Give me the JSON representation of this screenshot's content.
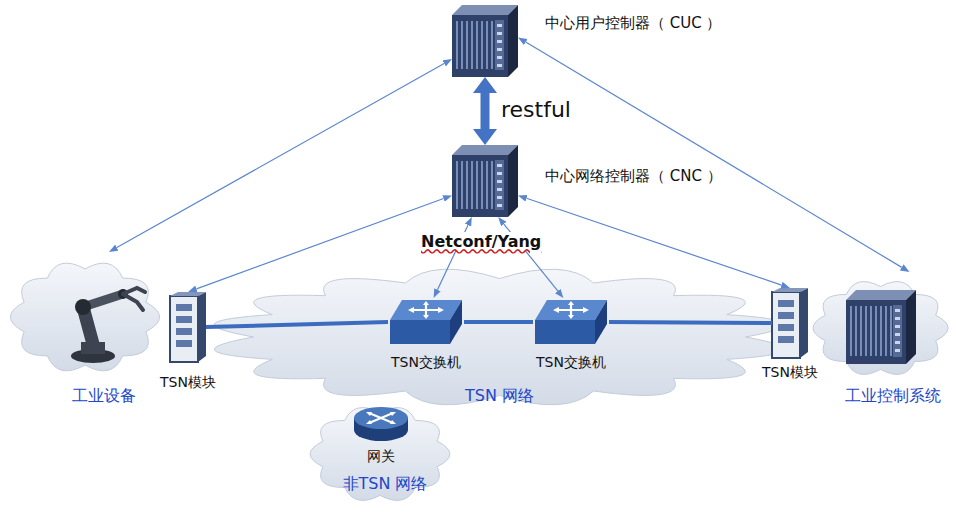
{
  "diagram": {
    "nodes": [
      {
        "text": [
          "中心用户控制器（ CUC ）"
        ]
      },
      {
        "text": [
          "中心网络控制器（ CNC ）"
        ]
      },
      {
        "text": [
          "TSN 网络"
        ]
      },
      {
        "text": [
          "工业设备"
        ]
      },
      {
        "text": [
          "TSN模块"
        ]
      },
      {
        "text": [
          "TSN交换机"
        ],
        "in": 2
      },
      {
        "text": [
          "TSN交换机"
        ],
        "in": 2
      },
      {
        "text": [
          "TSN模块"
        ]
      },
      {
        "text": [
          "工业控制系统"
        ]
      },
      {
        "text": [
          "非TSN 网络"
        ]
      },
      {
        "text": [
          "网关"
        ],
        "in": 9
      }
    ],
    "edges": [
      {
        "from": 0,
        "to": 1,
        "arrow": "both",
        "label": "restful"
      },
      {
        "from": 0,
        "to": 3,
        "arrow": "both"
      },
      {
        "from": 0,
        "to": 8,
        "arrow": "both"
      },
      {
        "from": 1,
        "to": 4,
        "arrow": "both"
      },
      {
        "from": 1,
        "to": 5,
        "arrow": "both"
      },
      {
        "from": 1,
        "to": 6,
        "arrow": "both"
      },
      {
        "from": 1,
        "to": 7,
        "arrow": "both"
      },
      {
        "from": 4,
        "to": 5,
        "arrow": "none"
      },
      {
        "from": 5,
        "to": 6,
        "arrow": "none"
      },
      {
        "from": 6,
        "to": 7,
        "arrow": "none"
      }
    ],
    "labels": [
      "Netconf/Yang"
    ]
  }
}
